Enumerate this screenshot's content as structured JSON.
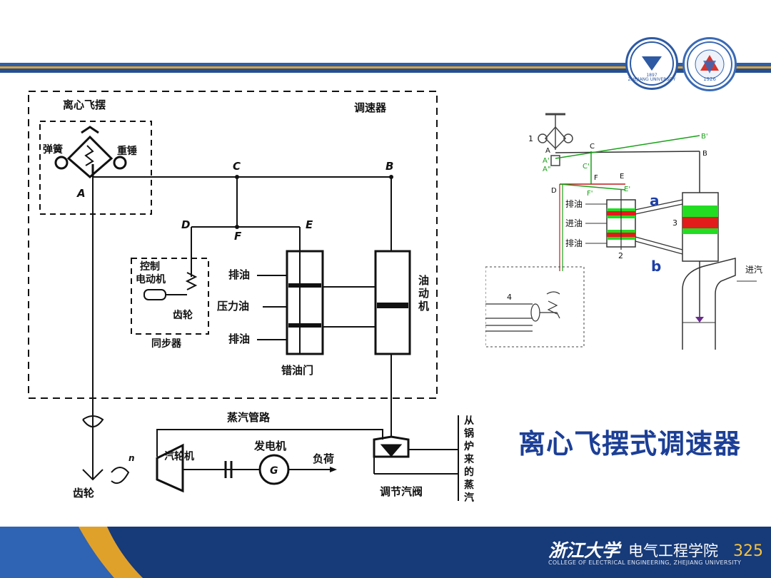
{
  "slide": {
    "title": "离心飞摆式调速器",
    "page_number": "325"
  },
  "footer": {
    "university": "浙江大学",
    "college": "电气工程学院",
    "college_en": "COLLEGE OF ELECTRICAL ENGINEERING, ZHEJIANG UNIVERSITY"
  },
  "logos": {
    "logo1_text": "ZHEJIANG UNIVERSITY",
    "logo1_year": "1897",
    "logo2_year": "1926"
  },
  "left_diagram": {
    "flyball_label": "离心飞摆",
    "governor_label": "调速器",
    "spring_label": "弹簧",
    "weight_label": "重锤",
    "point_A": "A",
    "point_B": "B",
    "point_C": "C",
    "point_D": "D",
    "point_E": "E",
    "point_F": "F",
    "control_motor_label_1": "控制",
    "control_motor_label_2": "电动机",
    "gear_label_sync": "齿轮",
    "synchronizer_label": "同步器",
    "drain_oil_top": "排油",
    "pressure_oil": "压力油",
    "drain_oil_bottom": "排油",
    "pilot_valve_label": "错油门",
    "servomotor_label": [
      "油",
      "动",
      "机"
    ],
    "steam_pipe_label": "蒸汽管路",
    "turbine_label": "汽轮机",
    "generator_label": "发电机",
    "generator_symbol": "G",
    "load_label": "负荷",
    "gear_label_bottom": "齿轮",
    "speed_symbol": "n",
    "steam_valve_label": "调节汽阀",
    "boiler_steam_label": [
      "从",
      "锅",
      "炉",
      "来",
      "的",
      "蒸",
      "汽"
    ]
  },
  "right_diagram": {
    "n1": "1",
    "n2": "2",
    "n3": "3",
    "n4": "4",
    "pA": "A",
    "pA2": "A'",
    "pA3": "A\"",
    "pB": "B",
    "pB2": "B'",
    "pC": "C",
    "pC2": "C'",
    "pD": "D",
    "pE": "E",
    "pE2": "E'",
    "pF": "F",
    "pF2": "F'",
    "drain1": "排油",
    "inlet": "进油",
    "drain2": "排油",
    "label_a": "a",
    "label_b": "b",
    "steam_in": "进汽"
  }
}
